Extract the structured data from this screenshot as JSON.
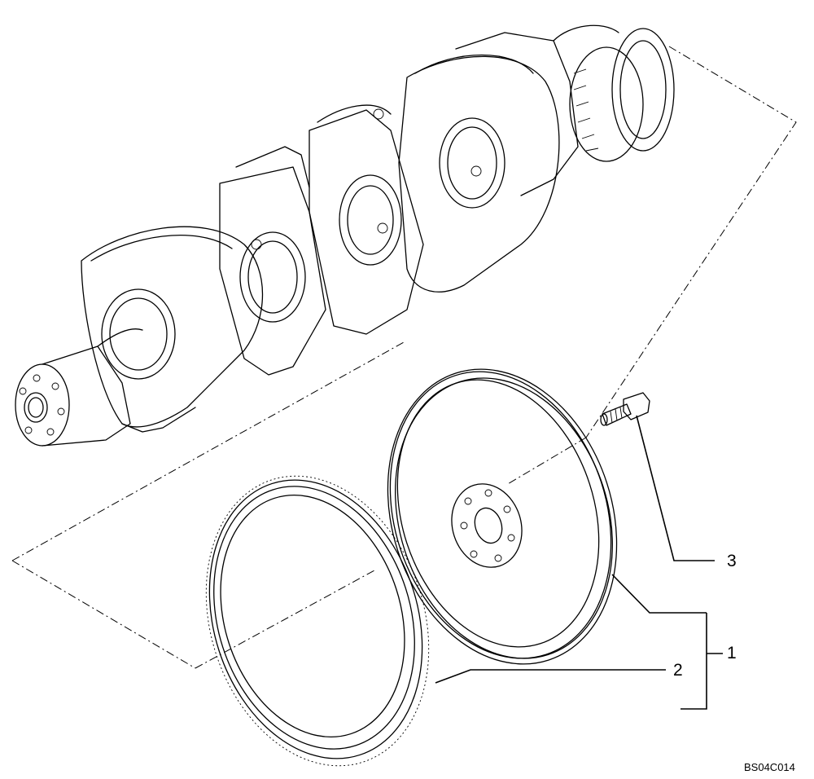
{
  "callouts": {
    "one": "1",
    "two": "2",
    "three": "3"
  },
  "figure_code": "BS04C014",
  "parts": {
    "p1": "flywheel-assembly",
    "p2": "ring-gear",
    "p3": "flywheel-bolt"
  }
}
